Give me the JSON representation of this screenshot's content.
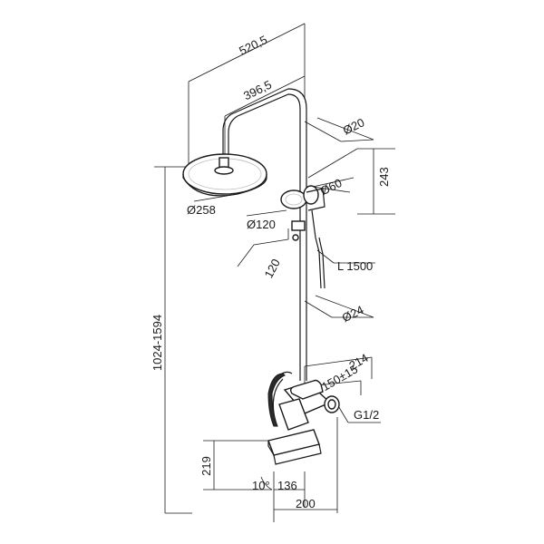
{
  "dimensions": {
    "total_width": "520,5",
    "arm_length": "396,5",
    "pipe_diameter_top": "Ø20",
    "handshower_height": "243",
    "handshower_head_diameter": "Ø60",
    "overhead_diameter": "Ø258",
    "handshower_face_diameter": "Ø120",
    "hose_length": "L 1500",
    "holder_offset": "120",
    "pipe_diameter_bottom": "Ø24",
    "total_height": "1024-1594",
    "mixer_depth": "214",
    "inlet_centres": "150±15",
    "thread": "G1/2",
    "spout_height": "219",
    "spout_angle": "10°",
    "spout_length": "136",
    "mixer_width": "200"
  }
}
